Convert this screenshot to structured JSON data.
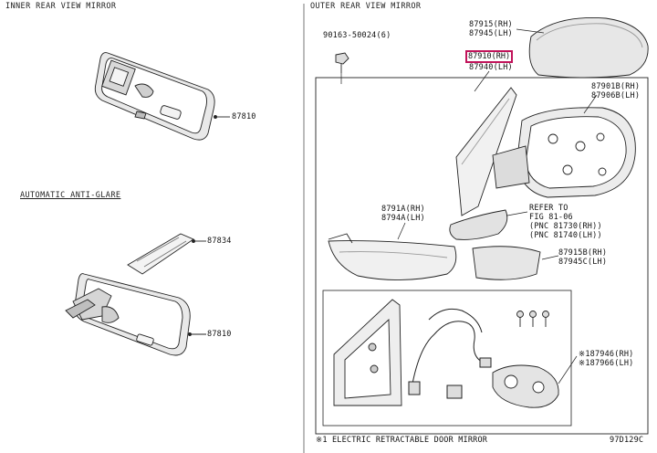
{
  "sections": {
    "inner_mirror": "INNER REAR VIEW MIRROR",
    "outer_mirror": "OUTER REAR VIEW MIRROR",
    "auto_antiglare": "AUTOMATIC ANTI-GLARE"
  },
  "labels": {
    "p87810_a": "87810",
    "p87834": "87834",
    "p87810_b": "87810",
    "p96163": "90163-50024(6)",
    "p87915_rh": "87915(RH)",
    "p87945_lh": "87945(LH)",
    "p87910_rh": "87910(RH)",
    "p87940_lh": "87940(LH)",
    "p87901b_rh": "87901B(RH)",
    "p87906b_lh": "87906B(LH)",
    "p8791a_rh": "8791A(RH)",
    "p8794a_lh": "8794A(LH)",
    "refer_1": "REFER TO",
    "refer_2": "FIG 81-06",
    "refer_3": "(PNC 81730(RH))",
    "refer_4": "(PNC 81740(LH))",
    "p87915b_rh": "87915B(RH)",
    "p87945c_lh": "87945C(LH)",
    "p87946_rh": "※187946(RH)",
    "p87966_lh": "※187966(LH)"
  },
  "footer": {
    "note": "※1 ELECTRIC RETRACTABLE DOOR MIRROR",
    "code": "97D129C"
  },
  "colors": {
    "highlight": "#c1135a",
    "line": "#222222",
    "light_fill": "#e6e6e6"
  }
}
